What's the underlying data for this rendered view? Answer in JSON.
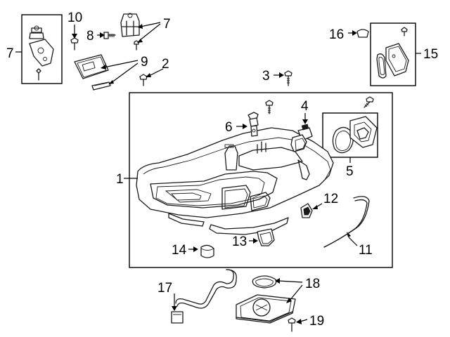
{
  "callouts": {
    "c1": "1",
    "c2": "2",
    "c3": "3",
    "c4": "4",
    "c5": "5",
    "c6": "6",
    "c7a": "7",
    "c7b": "7",
    "c8": "8",
    "c9": "9",
    "c10": "10",
    "c11": "11",
    "c12": "12",
    "c13": "13",
    "c14": "14",
    "c15": "15",
    "c16": "16",
    "c17": "17",
    "c18": "18",
    "c19": "19"
  },
  "colors": {
    "line": "#1a1a1a",
    "background": "#ffffff"
  }
}
